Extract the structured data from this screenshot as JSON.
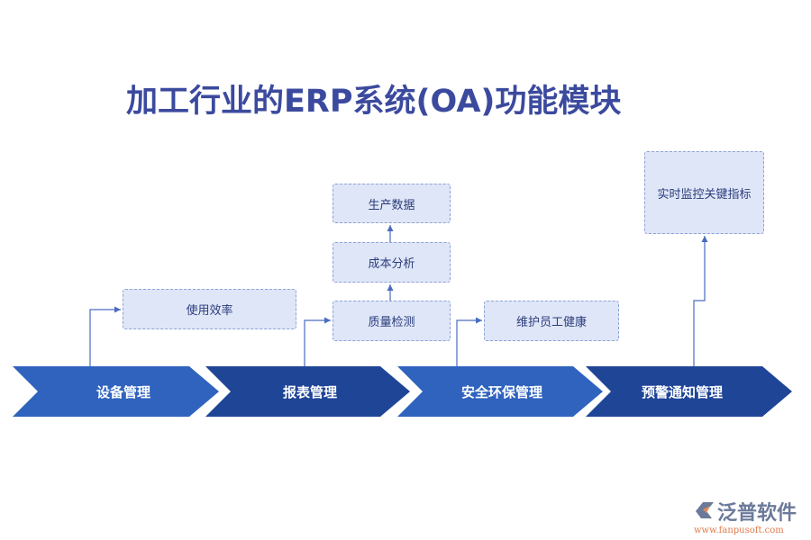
{
  "title": "加工行业的ERP系统(OA)功能模块",
  "steps": [
    {
      "label": "设备管理"
    },
    {
      "label": "报表管理"
    },
    {
      "label": "安全环保管理"
    },
    {
      "label": "预警通知管理"
    }
  ],
  "boxes": {
    "usage": "使用效率",
    "quality": "质量检测",
    "cost": "成本分析",
    "production": "生产数据",
    "health": "维护员工健康",
    "monitor": "实时监控关键指标"
  },
  "logo": {
    "name": "泛普软件",
    "url": "www.fanpusoft.com"
  },
  "colors": {
    "chevron_light": "#2f63be",
    "chevron_dark": "#1f4597",
    "box_fill": "#dfe6f8",
    "connector": "#4a6cc0"
  }
}
